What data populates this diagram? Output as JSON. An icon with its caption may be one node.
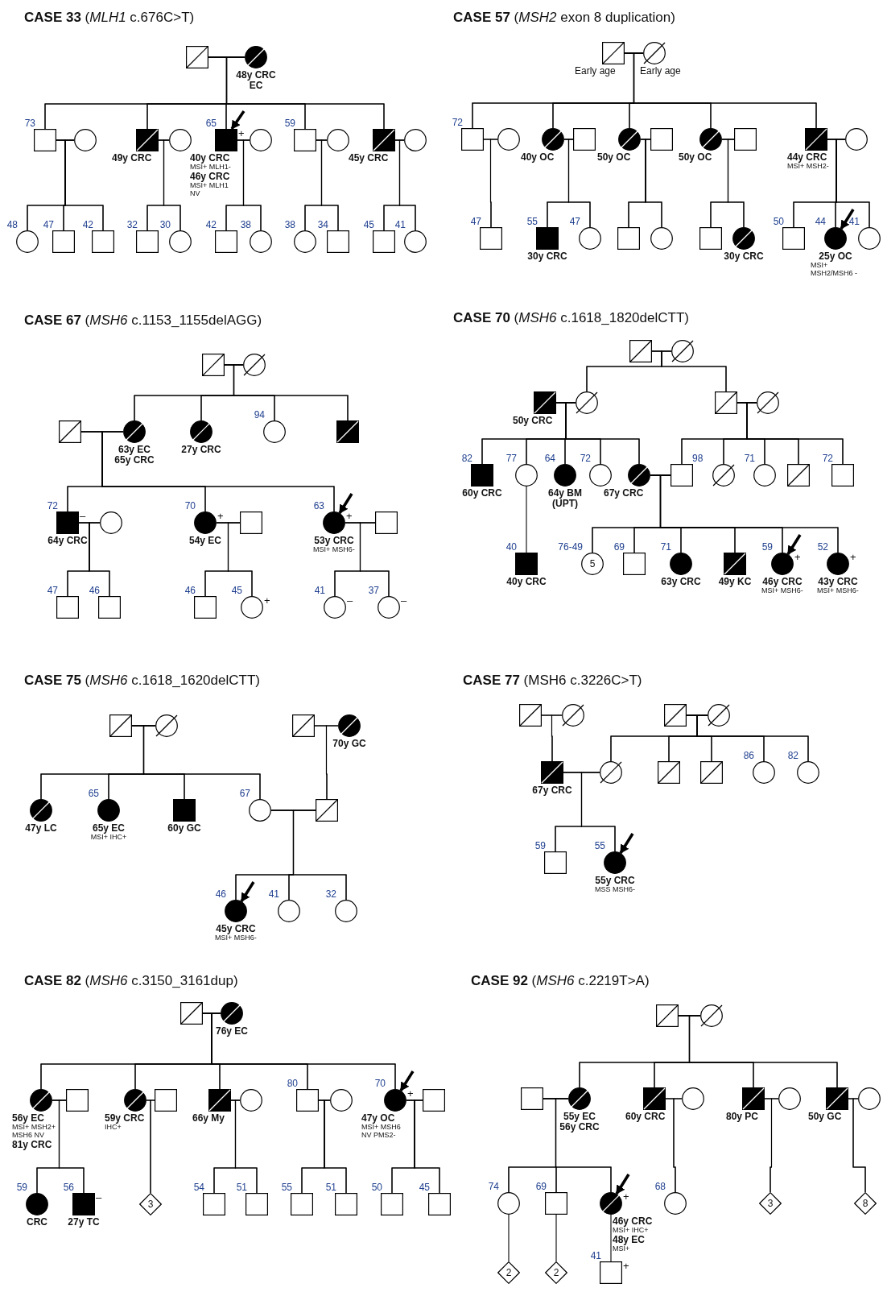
{
  "diagram": {
    "nodes": [
      {
        "text": [
          "**CASE 33** (*MLH1* c.676C>T)"
        ]
      },
      {
        "text": [],
        "shape": "box",
        "in": 0
      },
      {
        "text": [],
        "shape": "circle",
        "in": 0,
        "beside": [
          "48y CRC",
          "EC"
        ]
      },
      {
        "text": [],
        "shape": "box",
        "in": 0,
        "beside": [
          "73"
        ]
      },
      {
        "text": [],
        "shape": "circle",
        "in": 0
      },
      {
        "text": [],
        "shape": "box",
        "in": 0,
        "beside": [
          "49y CRC"
        ]
      },
      {
        "text": [],
        "shape": "circle",
        "in": 0
      },
      {
        "text": [],
        "shape": "box",
        "in": 0,
        "beside": [
          "65",
          "+",
          "40y CRC",
          "MSI+ MLH1-",
          "46y CRC",
          "MSI+ MLH1 NV"
        ]
      },
      {
        "text": [],
        "shape": "circle",
        "in": 0
      },
      {
        "text": [],
        "shape": "box",
        "in": 0,
        "beside": [
          "59"
        ]
      },
      {
        "text": [],
        "shape": "circle",
        "in": 0
      },
      {
        "text": [],
        "shape": "box",
        "in": 0,
        "beside": [
          "45y CRC"
        ]
      },
      {
        "text": [],
        "shape": "circle",
        "in": 0
      },
      {
        "text": [],
        "shape": "circle",
        "in": 0,
        "beside": [
          "48"
        ]
      },
      {
        "text": [],
        "shape": "box",
        "in": 0,
        "beside": [
          "47"
        ]
      },
      {
        "text": [],
        "shape": "box",
        "in": 0,
        "beside": [
          "42"
        ]
      },
      {
        "text": [],
        "shape": "box",
        "in": 0,
        "beside": [
          "32"
        ]
      },
      {
        "text": [],
        "shape": "circle",
        "in": 0,
        "beside": [
          "30"
        ]
      },
      {
        "text": [],
        "shape": "box",
        "in": 0,
        "beside": [
          "42"
        ]
      },
      {
        "text": [],
        "shape": "circle",
        "in": 0,
        "beside": [
          "38"
        ]
      },
      {
        "text": [],
        "shape": "circle",
        "in": 0,
        "beside": [
          "38"
        ]
      },
      {
        "text": [],
        "shape": "box",
        "in": 0,
        "beside": [
          "34"
        ]
      },
      {
        "text": [],
        "shape": "box",
        "in": 0,
        "beside": [
          "45"
        ]
      },
      {
        "text": [],
        "shape": "circle",
        "in": 0,
        "beside": [
          "41"
        ]
      },
      {
        "text": [
          "**CASE 57** (*MSH2* exon 8 duplication)"
        ]
      },
      {
        "text": [],
        "shape": "box",
        "in": 24,
        "beside": [
          "Early age"
        ]
      },
      {
        "text": [],
        "shape": "circle",
        "in": 24,
        "beside": [
          "Early age"
        ]
      },
      {
        "text": [],
        "shape": "box",
        "in": 24,
        "beside": [
          "72"
        ]
      },
      {
        "text": [],
        "shape": "circle",
        "in": 24
      },
      {
        "text": [],
        "shape": "circle",
        "in": 24,
        "beside": [
          "40y OC"
        ]
      },
      {
        "text": [],
        "shape": "box",
        "in": 24
      },
      {
        "text": [],
        "shape": "circle",
        "in": 24,
        "beside": [
          "50y OC"
        ]
      },
      {
        "text": [],
        "shape": "box",
        "in": 24
      },
      {
        "text": [],
        "shape": "circle",
        "in": 24,
        "beside": [
          "50y OC"
        ]
      },
      {
        "text": [],
        "shape": "box",
        "in": 24
      },
      {
        "text": [],
        "shape": "box",
        "in": 24,
        "beside": [
          "44y CRC",
          "MSI+ MSH2-"
        ]
      },
      {
        "text": [],
        "shape": "circle",
        "in": 24
      },
      {
        "text": [],
        "shape": "box",
        "in": 24,
        "beside": [
          "47"
        ]
      },
      {
        "text": [],
        "shape": "box",
        "in": 24,
        "beside": [
          "55",
          "30y CRC"
        ]
      },
      {
        "text": [],
        "shape": "circle",
        "in": 24,
        "beside": [
          "47"
        ]
      },
      {
        "text": [],
        "shape": "box",
        "in": 24
      },
      {
        "text": [],
        "shape": "circle",
        "in": 24
      },
      {
        "text": [],
        "shape": "box",
        "in": 24
      },
      {
        "text": [],
        "shape": "circle",
        "in": 24,
        "beside": [
          "30y CRC"
        ]
      },
      {
        "text": [],
        "shape": "box",
        "in": 24,
        "beside": [
          "50"
        ]
      },
      {
        "text": [],
        "shape": "circle",
        "in": 24,
        "beside": [
          "44",
          "25y OC",
          "MSI+ MSH2/MSH6 -"
        ]
      },
      {
        "text": [],
        "shape": "circle",
        "in": 24,
        "beside": [
          "41"
        ]
      },
      {
        "text": [
          "**CASE 67** (*MSH6* c.1153_1155delAGG)"
        ]
      },
      {
        "text": [],
        "shape": "box",
        "in": 47
      },
      {
        "text": [],
        "shape": "circle",
        "in": 47
      },
      {
        "text": [],
        "shape": "box",
        "in": 47
      },
      {
        "text": [],
        "shape": "circle",
        "in": 47,
        "beside": [
          "63y EC",
          "65y CRC"
        ]
      },
      {
        "text": [],
        "shape": "circle",
        "in": 47,
        "beside": [
          "27y CRC"
        ]
      },
      {
        "text": [],
        "shape": "circle",
        "in": 47,
        "beside": [
          "94"
        ]
      },
      {
        "text": [],
        "shape": "box",
        "in": 47
      },
      {
        "text": [],
        "shape": "box",
        "in": 47,
        "beside": [
          "72",
          "–",
          "64y CRC"
        ]
      },
      {
        "text": [],
        "shape": "circle",
        "in": 47
      },
      {
        "text": [],
        "shape": "circle",
        "in": 47,
        "beside": [
          "70",
          "+",
          "54y EC"
        ]
      },
      {
        "text": [],
        "shape": "box",
        "in": 47
      },
      {
        "text": [],
        "shape": "circle",
        "in": 47,
        "beside": [
          "63",
          "+",
          "53y CRC",
          "MSI+ MSH6-"
        ]
      },
      {
        "text": [],
        "shape": "box",
        "in": 47
      },
      {
        "text": [],
        "shape": "box",
        "in": 47,
        "beside": [
          "47"
        ]
      },
      {
        "text": [],
        "shape": "box",
        "in": 47,
        "beside": [
          "46"
        ]
      },
      {
        "text": [],
        "shape": "box",
        "in": 47,
        "beside": [
          "46"
        ]
      },
      {
        "text": [],
        "shape": "circle",
        "in": 47,
        "beside": [
          "45",
          "+"
        ]
      },
      {
        "text": [],
        "shape": "circle",
        "in": 47,
        "beside": [
          "41",
          "–"
        ]
      },
      {
        "text": [],
        "shape": "circle",
        "in": 47,
        "beside": [
          "37",
          "–"
        ]
      },
      {
        "text": [
          "**CASE 70** (*MSH6* c.1618_1820delCTT)"
        ]
      },
      {
        "text": [],
        "shape": "box",
        "in": 67
      },
      {
        "text": [],
        "shape": "circle",
        "in": 67
      },
      {
        "text": [],
        "shape": "box",
        "in": 67,
        "beside": [
          "50y CRC"
        ]
      },
      {
        "text": [],
        "shape": "circle",
        "in": 67
      },
      {
        "text": [],
        "shape": "box",
        "in": 67
      },
      {
        "text": [],
        "shape": "circle",
        "in": 67
      },
      {
        "text": [],
        "shape": "box",
        "in": 67,
        "beside": [
          "82",
          "60y CRC"
        ]
      },
      {
        "text": [],
        "shape": "circle",
        "in": 67,
        "beside": [
          "77"
        ]
      },
      {
        "text": [],
        "shape": "circle",
        "in": 67,
        "beside": [
          "64",
          "64y BM",
          "(UPT)"
        ]
      },
      {
        "text": [],
        "shape": "circle",
        "in": 67,
        "beside": [
          "72"
        ]
      },
      {
        "text": [],
        "shape": "circle",
        "in": 67,
        "beside": [
          "67y CRC"
        ]
      },
      {
        "text": [],
        "shape": "box",
        "in": 67,
        "beside": [
          "98"
        ]
      },
      {
        "text": [],
        "shape": "circle",
        "in": 67
      },
      {
        "text": [],
        "shape": "circle",
        "in": 67,
        "beside": [
          "71"
        ]
      },
      {
        "text": [],
        "shape": "box",
        "in": 67
      },
      {
        "text": [],
        "shape": "box",
        "in": 67,
        "beside": [
          "72"
        ]
      },
      {
        "text": [],
        "shape": "box",
        "in": 67,
        "beside": [
          "40",
          "40y CRC"
        ]
      },
      {
        "text": [
          "5"
        ],
        "in": 67,
        "beside": [
          "76-49"
        ]
      },
      {
        "text": [],
        "shape": "box",
        "in": 67,
        "beside": [
          "69"
        ]
      },
      {
        "text": [],
        "shape": "circle",
        "in": 67,
        "beside": [
          "71",
          "63y CRC"
        ]
      },
      {
        "text": [],
        "shape": "box",
        "in": 67,
        "beside": [
          "49y KC"
        ]
      },
      {
        "text": [],
        "shape": "circle",
        "in": 67,
        "beside": [
          "59",
          "+",
          "46y CRC",
          "MSI+ MSH6-"
        ]
      },
      {
        "text": [],
        "shape": "circle",
        "in": 67,
        "beside": [
          "52",
          "+",
          "43y CRC",
          "MSI+ MSH6-"
        ]
      },
      {
        "text": [
          "**CASE 75** (*MSH6* c.1618_1620delCTT)"
        ]
      },
      {
        "text": [],
        "shape": "box",
        "in": 91
      },
      {
        "text": [],
        "shape": "circle",
        "in": 91
      },
      {
        "text": [],
        "shape": "box",
        "in": 91
      },
      {
        "text": [],
        "shape": "circle",
        "in": 91,
        "beside": [
          "70y GC"
        ]
      },
      {
        "text": [],
        "shape": "circle",
        "in": 91,
        "beside": [
          "47y LC"
        ]
      },
      {
        "text": [],
        "shape": "circle",
        "in": 91,
        "beside": [
          "65",
          "65y EC",
          "MSI+ IHC+"
        ]
      },
      {
        "text": [],
        "shape": "box",
        "in": 91,
        "beside": [
          "60y GC"
        ]
      },
      {
        "text": [],
        "shape": "circle",
        "in": 91,
        "beside": [
          "67"
        ]
      },
      {
        "text": [],
        "shape": "box",
        "in": 91
      },
      {
        "text": [],
        "shape": "circle",
        "in": 91,
        "beside": [
          "46",
          "45y CRC",
          "MSI+ MSH6-"
        ]
      },
      {
        "text": [],
        "shape": "circle",
        "in": 91,
        "beside": [
          "41"
        ]
      },
      {
        "text": [],
        "shape": "circle",
        "in": 91,
        "beside": [
          "32"
        ]
      },
      {
        "text": [
          "**CASE 77** (MSH6 c.3226C>T)"
        ]
      },
      {
        "text": [],
        "shape": "box",
        "in": 104
      },
      {
        "text": [],
        "shape": "circle",
        "in": 104
      },
      {
        "text": [],
        "shape": "box",
        "in": 104
      },
      {
        "text": [],
        "shape": "circle",
        "in": 104
      },
      {
        "text": [],
        "shape": "box",
        "in": 104,
        "beside": [
          "67y CRC"
        ]
      },
      {
        "text": [],
        "shape": "circle",
        "in": 104
      },
      {
        "text": [],
        "shape": "box",
        "in": 104
      },
      {
        "text": [],
        "shape": "box",
        "in": 104
      },
      {
        "text": [],
        "shape": "circle",
        "in": 104,
        "beside": [
          "86"
        ]
      },
      {
        "text": [],
        "shape": "circle",
        "in": 104,
        "beside": [
          "82"
        ]
      },
      {
        "text": [],
        "shape": "box",
        "in": 104,
        "beside": [
          "59"
        ]
      },
      {
        "text": [],
        "shape": "circle",
        "in": 104,
        "beside": [
          "55",
          "55y CRC",
          "MSS MSH6-"
        ]
      },
      {
        "text": [
          "**CASE 82** (*MSH6* c.3150_3161dup)"
        ]
      },
      {
        "text": [],
        "shape": "box",
        "in": 117
      },
      {
        "text": [],
        "shape": "circle",
        "in": 117,
        "beside": [
          "76y EC"
        ]
      },
      {
        "text": [],
        "shape": "circle",
        "in": 117,
        "beside": [
          "56y EC",
          "MSI+ MSH2+ MSH6 NV",
          "81y CRC"
        ]
      },
      {
        "text": [],
        "shape": "box",
        "in": 117
      },
      {
        "text": [],
        "shape": "circle",
        "in": 117,
        "beside": [
          "59y CRC",
          "IHC+"
        ]
      },
      {
        "text": [],
        "shape": "box",
        "in": 117
      },
      {
        "text": [],
        "shape": "box",
        "in": 117,
        "beside": [
          "66y My"
        ]
      },
      {
        "text": [],
        "shape": "circle",
        "in": 117
      },
      {
        "text": [],
        "shape": "box",
        "in": 117,
        "beside": [
          "80"
        ]
      },
      {
        "text": [],
        "shape": "circle",
        "in": 117
      },
      {
        "text": [],
        "shape": "circle",
        "in": 117,
        "beside": [
          "70",
          "+",
          "47y OC",
          "MSI+ MSH6 NV PMS2-"
        ]
      },
      {
        "text": [],
        "shape": "box",
        "in": 117
      },
      {
        "text": [],
        "shape": "circle",
        "in": 117,
        "beside": [
          "59",
          "CRC"
        ]
      },
      {
        "text": [],
        "shape": "box",
        "in": 117,
        "beside": [
          "56",
          "–",
          "27y TC"
        ]
      },
      {
        "text": [
          "3"
        ],
        "in": 117
      },
      {
        "text": [],
        "shape": "box",
        "in": 117,
        "beside": [
          "54"
        ]
      },
      {
        "text": [],
        "shape": "box",
        "in": 117,
        "beside": [
          "51"
        ]
      },
      {
        "text": [],
        "shape": "box",
        "in": 117,
        "beside": [
          "55"
        ]
      },
      {
        "text": [],
        "shape": "box",
        "in": 117,
        "beside": [
          "51"
        ]
      },
      {
        "text": [],
        "shape": "box",
        "in": 117,
        "beside": [
          "50"
        ]
      },
      {
        "text": [],
        "shape": "box",
        "in": 117,
        "beside": [
          "45"
        ]
      },
      {
        "text": [
          "**CASE 92** (*MSH6* c.2219T>A)"
        ]
      },
      {
        "text": [],
        "shape": "box",
        "in": 139
      },
      {
        "text": [],
        "shape": "circle",
        "in": 139
      },
      {
        "text": [],
        "shape": "box",
        "in": 139
      },
      {
        "text": [],
        "shape": "circle",
        "in": 139,
        "beside": [
          "55y EC",
          "56y CRC"
        ]
      },
      {
        "text": [],
        "shape": "box",
        "in": 139,
        "beside": [
          "60y CRC"
        ]
      },
      {
        "text": [],
        "shape": "circle",
        "in": 139
      },
      {
        "text": [],
        "shape": "box",
        "in": 139,
        "beside": [
          "80y PC"
        ]
      },
      {
        "text": [],
        "shape": "circle",
        "in": 139
      },
      {
        "text": [],
        "shape": "box",
        "in": 139,
        "beside": [
          "50y GC"
        ]
      },
      {
        "text": [],
        "shape": "circle",
        "in": 139
      },
      {
        "text": [],
        "shape": "circle",
        "in": 139,
        "beside": [
          "74"
        ]
      },
      {
        "text": [],
        "shape": "box",
        "in": 139,
        "beside": [
          "69"
        ]
      },
      {
        "text": [],
        "shape": "circle",
        "in": 139,
        "beside": [
          "+",
          "46y CRC",
          "MSI+ IHC+",
          "48y EC",
          "MSI+"
        ]
      },
      {
        "text": [],
        "shape": "circle",
        "in": 139,
        "beside": [
          "68"
        ]
      },
      {
        "text": [
          "3"
        ],
        "in": 139
      },
      {
        "text": [
          "8"
        ],
        "in": 139
      },
      {
        "text": [
          "2"
        ],
        "in": 139
      },
      {
        "text": [
          "2"
        ],
        "in": 139
      },
      {
        "text": [],
        "shape": "box",
        "in": 139,
        "beside": [
          "41",
          "+"
        ]
      }
    ],
    "edges": [
      {
        "from": 1,
        "to": 2,
        "arrow": "none"
      },
      {
        "from": 1,
        "to": 3,
        "arrow": "none"
      },
      {
        "from": 2,
        "to": 3,
        "arrow": "none"
      },
      {
        "from": 1,
        "to": 5,
        "arrow": "none"
      },
      {
        "from": 2,
        "to": 5,
        "arrow": "none"
      },
      {
        "from": 1,
        "to": 7,
        "arrow": "none"
      },
      {
        "from": 2,
        "to": 7,
        "arrow": "none"
      },
      {
        "from": 1,
        "to": 9,
        "arrow": "none"
      },
      {
        "from": 2,
        "to": 9,
        "arrow": "none"
      },
      {
        "from": 1,
        "to": 11,
        "arrow": "none"
      },
      {
        "from": 2,
        "to": 11,
        "arrow": "none"
      },
      {
        "from": 3,
        "to": 4,
        "arrow": "none"
      },
      {
        "from": 3,
        "to": 13,
        "arrow": "none"
      },
      {
        "from": 4,
        "to": 13,
        "arrow": "none"
      },
      {
        "from": 3,
        "to": 14,
        "arrow": "none"
      },
      {
        "from": 4,
        "to": 14,
        "arrow": "none"
      },
      {
        "from": 3,
        "to": 15,
        "arrow": "none"
      },
      {
        "from": 4,
        "to": 15,
        "arrow": "none"
      },
      {
        "from": 5,
        "to": 6,
        "arrow": "none"
      },
      {
        "from": 5,
        "to": 16,
        "arrow": "none"
      },
      {
        "from": 6,
        "to": 16,
        "arrow": "none"
      },
      {
        "from": 5,
        "to": 17,
        "arrow": "none"
      },
      {
        "from": 6,
        "to": 17,
        "arrow": "none"
      },
      {
        "from": 7,
        "to": 8,
        "arrow": "none"
      },
      {
        "from": 7,
        "to": 18,
        "arrow": "none"
      },
      {
        "from": 8,
        "to": 18,
        "arrow": "none"
      },
      {
        "from": 7,
        "to": 19,
        "arrow": "none"
      },
      {
        "from": 8,
        "to": 19,
        "arrow": "none"
      },
      {
        "from": 9,
        "to": 10,
        "arrow": "none"
      },
      {
        "from": 9,
        "to": 20,
        "arrow": "none"
      },
      {
        "from": 10,
        "to": 20,
        "arrow": "none"
      },
      {
        "from": 9,
        "to": 21,
        "arrow": "none"
      },
      {
        "from": 10,
        "to": 21,
        "arrow": "none"
      },
      {
        "from": 11,
        "to": 12,
        "arrow": "none"
      },
      {
        "from": 11,
        "to": 22,
        "arrow": "none"
      },
      {
        "from": 12,
        "to": 22,
        "arrow": "none"
      },
      {
        "from": 11,
        "to": 23,
        "arrow": "none"
      },
      {
        "from": 12,
        "to": 23,
        "arrow": "none"
      },
      {
        "from": null,
        "to": 7,
        "arrow": "to"
      },
      {
        "from": 25,
        "to": 26,
        "arrow": "none"
      },
      {
        "from": 25,
        "to": 27,
        "arrow": "none"
      },
      {
        "from": 26,
        "to": 27,
        "arrow": "none"
      },
      {
        "from": 25,
        "to": 29,
        "arrow": "none"
      },
      {
        "from": 26,
        "to": 29,
        "arrow": "none"
      },
      {
        "from": 25,
        "to": 31,
        "arrow": "none"
      },
      {
        "from": 26,
        "to": 31,
        "arrow": "none"
      },
      {
        "from": 25,
        "to": 33,
        "arrow": "none"
      },
      {
        "from": 26,
        "to": 33,
        "arrow": "none"
      },
      {
        "from": 25,
        "to": 35,
        "arrow": "none"
      },
      {
        "from": 26,
        "to": 35,
        "arrow": "none"
      },
      {
        "from": 27,
        "to": 28,
        "arrow": "none"
      },
      {
        "from": 27,
        "to": 37,
        "arrow": "none"
      },
      {
        "from": 28,
        "to": 37,
        "arrow": "none"
      },
      {
        "from": 29,
        "to": 30,
        "arrow": "none"
      },
      {
        "from": 29,
        "to": 38,
        "arrow": "none"
      },
      {
        "from": 30,
        "to": 38,
        "arrow": "none"
      },
      {
        "from": 29,
        "to": 39,
        "arrow": "none"
      },
      {
        "from": 30,
        "to": 39,
        "arrow": "none"
      },
      {
        "from": 31,
        "to": 32,
        "arrow": "none"
      },
      {
        "from": 31,
        "to": 40,
        "arrow": "none"
      },
      {
        "from": 32,
        "to": 40,
        "arrow": "none"
      },
      {
        "from": 31,
        "to": 41,
        "arrow": "none"
      },
      {
        "from": 32,
        "to": 41,
        "arrow": "none"
      },
      {
        "from": 33,
        "to": 34,
        "arrow": "none"
      },
      {
        "from": 33,
        "to": 42,
        "arrow": "none"
      },
      {
        "from": 34,
        "to": 42,
        "arrow": "none"
      },
      {
        "from": 33,
        "to": 43,
        "arrow": "none"
      },
      {
        "from": 34,
        "to": 43,
        "arrow": "none"
      },
      {
        "from": 35,
        "to": 36,
        "arrow": "none"
      },
      {
        "from": 35,
        "to": 44,
        "arrow": "none"
      },
      {
        "from": 36,
        "to": 44,
        "arrow": "none"
      },
      {
        "from": 35,
        "to": 45,
        "arrow": "none"
      },
      {
        "from": 36,
        "to": 45,
        "arrow": "none"
      },
      {
        "from": 35,
        "to": 46,
        "arrow": "none"
      },
      {
        "from": 36,
        "to": 46,
        "arrow": "none"
      },
      {
        "from": null,
        "to": 45,
        "arrow": "to"
      },
      {
        "from": 48,
        "to": 49,
        "arrow": "none"
      },
      {
        "from": 48,
        "to": 51,
        "arrow": "none"
      },
      {
        "from": 49,
        "to": 51,
        "arrow": "none"
      },
      {
        "from": 48,
        "to": 52,
        "arrow": "none"
      },
      {
        "from": 49,
        "to": 52,
        "arrow": "none"
      },
      {
        "from": 48,
        "to": 53,
        "arrow": "none"
      },
      {
        "from": 49,
        "to": 53,
        "arrow": "none"
      },
      {
        "from": 48,
        "to": 54,
        "arrow": "none"
      },
      {
        "from": 49,
        "to": 54,
        "arrow": "none"
      },
      {
        "from": 50,
        "to": 51,
        "arrow": "none"
      },
      {
        "from": 50,
        "to": 55,
        "arrow": "none"
      },
      {
        "from": 51,
        "to": 55,
        "arrow": "none"
      },
      {
        "from": 50,
        "to": 57,
        "arrow": "none"
      },
      {
        "from": 51,
        "to": 57,
        "arrow": "none"
      },
      {
        "from": 50,
        "to": 59,
        "arrow": "none"
      },
      {
        "from": 51,
        "to": 59,
        "arrow": "none"
      },
      {
        "from": 55,
        "to": 56,
        "arrow": "none"
      },
      {
        "from": 55,
        "to": 61,
        "arrow": "none"
      },
      {
        "from": 56,
        "to": 61,
        "arrow": "none"
      },
      {
        "from": 55,
        "to": 62,
        "arrow": "none"
      },
      {
        "from": 56,
        "to": 62,
        "arrow": "none"
      },
      {
        "from": 57,
        "to": 58,
        "arrow": "none"
      },
      {
        "from": 57,
        "to": 63,
        "arrow": "none"
      },
      {
        "from": 58,
        "to": 63,
        "arrow": "none"
      },
      {
        "from": 57,
        "to": 64,
        "arrow": "none"
      },
      {
        "from": 58,
        "to": 64,
        "arrow": "none"
      },
      {
        "from": 59,
        "to": 60,
        "arrow": "none"
      },
      {
        "from": 59,
        "to": 65,
        "arrow": "none"
      },
      {
        "from": 60,
        "to": 65,
        "arrow": "none"
      },
      {
        "from": 59,
        "to": 66,
        "arrow": "none"
      },
      {
        "from": 60,
        "to": 66,
        "arrow": "none"
      },
      {
        "from": null,
        "to": 59,
        "arrow": "to"
      },
      {
        "from": 68,
        "to": 69,
        "arrow": "none"
      },
      {
        "from": 68,
        "to": 71,
        "arrow": "none"
      },
      {
        "from": 69,
        "to": 71,
        "arrow": "none"
      },
      {
        "from": 68,
        "to": 72,
        "arrow": "none"
      },
      {
        "from": 69,
        "to": 72,
        "arrow": "none"
      },
      {
        "from": 70,
        "to": 71,
        "arrow": "none"
      },
      {
        "from": 70,
        "to": 74,
        "arrow": "none"
      },
      {
        "from": 71,
        "to": 74,
        "arrow": "none"
      },
      {
        "from": 70,
        "to": 75,
        "arrow": "none"
      },
      {
        "from": 71,
        "to": 75,
        "arrow": "none"
      },
      {
        "from": 70,
        "to": 76,
        "arrow": "none"
      },
      {
        "from": 71,
        "to": 76,
        "arrow": "none"
      },
      {
        "from": 70,
        "to": 77,
        "arrow": "none"
      },
      {
        "from": 71,
        "to": 77,
        "arrow": "none"
      },
      {
        "from": 70,
        "to": 78,
        "arrow": "none"
      },
      {
        "from": 71,
        "to": 78,
        "arrow": "none"
      },
      {
        "from": 72,
        "to": 73,
        "arrow": "none"
      },
      {
        "from": 72,
        "to": 79,
        "arrow": "none"
      },
      {
        "from": 73,
        "to": 79,
        "arrow": "none"
      },
      {
        "from": 72,
        "to": 80,
        "arrow": "none"
      },
      {
        "from": 73,
        "to": 80,
        "arrow": "none"
      },
      {
        "from": 72,
        "to": 81,
        "arrow": "none"
      },
      {
        "from": 73,
        "to": 81,
        "arrow": "none"
      },
      {
        "from": 72,
        "to": 82,
        "arrow": "none"
      },
      {
        "from": 73,
        "to": 82,
        "arrow": "none"
      },
      {
        "from": 72,
        "to": 83,
        "arrow": "none"
      },
      {
        "from": 73,
        "to": 83,
        "arrow": "none"
      },
      {
        "from": 75,
        "to": 84,
        "arrow": "none"
      },
      {
        "from": 78,
        "to": 79,
        "arrow": "none"
      },
      {
        "from": 78,
        "to": 85,
        "arrow": "none"
      },
      {
        "from": 79,
        "to": 85,
        "arrow": "none"
      },
      {
        "from": 78,
        "to": 86,
        "arrow": "none"
      },
      {
        "from": 79,
        "to": 86,
        "arrow": "none"
      },
      {
        "from": 78,
        "to": 87,
        "arrow": "none"
      },
      {
        "from": 79,
        "to": 87,
        "arrow": "none"
      },
      {
        "from": 78,
        "to": 88,
        "arrow": "none"
      },
      {
        "from": 79,
        "to": 88,
        "arrow": "none"
      },
      {
        "from": 78,
        "to": 89,
        "arrow": "none"
      },
      {
        "from": 79,
        "to": 89,
        "arrow": "none"
      },
      {
        "from": 78,
        "to": 90,
        "arrow": "none"
      },
      {
        "from": 79,
        "to": 90,
        "arrow": "none"
      },
      {
        "from": null,
        "to": 89,
        "arrow": "to"
      },
      {
        "from": 92,
        "to": 93,
        "arrow": "none"
      },
      {
        "from": 92,
        "to": 96,
        "arrow": "none"
      },
      {
        "from": 93,
        "to": 96,
        "arrow": "none"
      },
      {
        "from": 92,
        "to": 97,
        "arrow": "none"
      },
      {
        "from": 93,
        "to": 97,
        "arrow": "none"
      },
      {
        "from": 92,
        "to": 98,
        "arrow": "none"
      },
      {
        "from": 93,
        "to": 98,
        "arrow": "none"
      },
      {
        "from": 92,
        "to": 99,
        "arrow": "none"
      },
      {
        "from": 93,
        "to": 99,
        "arrow": "none"
      },
      {
        "from": 94,
        "to": 95,
        "arrow": "none"
      },
      {
        "from": 94,
        "to": 100,
        "arrow": "none"
      },
      {
        "from": 95,
        "to": 100,
        "arrow": "none"
      },
      {
        "from": 99,
        "to": 100,
        "arrow": "none"
      },
      {
        "from": 99,
        "to": 101,
        "arrow": "none"
      },
      {
        "from": 100,
        "to": 101,
        "arrow": "none"
      },
      {
        "from": 99,
        "to": 102,
        "arrow": "none"
      },
      {
        "from": 100,
        "to": 102,
        "arrow": "none"
      },
      {
        "from": 99,
        "to": 103,
        "arrow": "none"
      },
      {
        "from": 100,
        "to": 103,
        "arrow": "none"
      },
      {
        "from": null,
        "to": 101,
        "arrow": "to"
      },
      {
        "from": 105,
        "to": 106,
        "arrow": "none"
      },
      {
        "from": 105,
        "to": 109,
        "arrow": "none"
      },
      {
        "from": 106,
        "to": 109,
        "arrow": "none"
      },
      {
        "from": 107,
        "to": 108,
        "arrow": "none"
      },
      {
        "from": 107,
        "to": 110,
        "arrow": "none"
      },
      {
        "from": 108,
        "to": 110,
        "arrow": "none"
      },
      {
        "from": 107,
        "to": 111,
        "arrow": "none"
      },
      {
        "from": 108,
        "to": 111,
        "arrow": "none"
      },
      {
        "from": 107,
        "to": 112,
        "arrow": "none"
      },
      {
        "from": 108,
        "to": 112,
        "arrow": "none"
      },
      {
        "from": 107,
        "to": 113,
        "arrow": "none"
      },
      {
        "from": 108,
        "to": 113,
        "arrow": "none"
      },
      {
        "from": 107,
        "to": 114,
        "arrow": "none"
      },
      {
        "from": 108,
        "to": 114,
        "arrow": "none"
      },
      {
        "from": 109,
        "to": 110,
        "arrow": "none"
      },
      {
        "from": 109,
        "to": 115,
        "arrow": "none"
      },
      {
        "from": 110,
        "to": 115,
        "arrow": "none"
      },
      {
        "from": 109,
        "to": 116,
        "arrow": "none"
      },
      {
        "from": 110,
        "to": 116,
        "arrow": "none"
      },
      {
        "from": null,
        "to": 116,
        "arrow": "to"
      },
      {
        "from": 118,
        "to": 119,
        "arrow": "none"
      },
      {
        "from": 118,
        "to": 120,
        "arrow": "none"
      },
      {
        "from": 119,
        "to": 120,
        "arrow": "none"
      },
      {
        "from": 118,
        "to": 122,
        "arrow": "none"
      },
      {
        "from": 119,
        "to": 122,
        "arrow": "none"
      },
      {
        "from": 118,
        "to": 124,
        "arrow": "none"
      },
      {
        "from": 119,
        "to": 124,
        "arrow": "none"
      },
      {
        "from": 118,
        "to": 126,
        "arrow": "none"
      },
      {
        "from": 119,
        "to": 126,
        "arrow": "none"
      },
      {
        "from": 118,
        "to": 128,
        "arrow": "none"
      },
      {
        "from": 119,
        "to": 128,
        "arrow": "none"
      },
      {
        "from": 120,
        "to": 121,
        "arrow": "none"
      },
      {
        "from": 120,
        "to": 130,
        "arrow": "none"
      },
      {
        "from": 121,
        "to": 130,
        "arrow": "none"
      },
      {
        "from": 120,
        "to": 131,
        "arrow": "none"
      },
      {
        "from": 121,
        "to": 131,
        "arrow": "none"
      },
      {
        "from": 122,
        "to": 123,
        "arrow": "none"
      },
      {
        "from": 122,
        "to": 132,
        "arrow": "none"
      },
      {
        "from": 123,
        "to": 132,
        "arrow": "none"
      },
      {
        "from": 124,
        "to": 125,
        "arrow": "none"
      },
      {
        "from": 124,
        "to": 133,
        "arrow": "none"
      },
      {
        "from": 125,
        "to": 133,
        "arrow": "none"
      },
      {
        "from": 124,
        "to": 134,
        "arrow": "none"
      },
      {
        "from": 125,
        "to": 134,
        "arrow": "none"
      },
      {
        "from": 126,
        "to": 127,
        "arrow": "none"
      },
      {
        "from": 126,
        "to": 135,
        "arrow": "none"
      },
      {
        "from": 127,
        "to": 135,
        "arrow": "none"
      },
      {
        "from": 126,
        "to": 136,
        "arrow": "none"
      },
      {
        "from": 127,
        "to": 136,
        "arrow": "none"
      },
      {
        "from": 128,
        "to": 129,
        "arrow": "none"
      },
      {
        "from": 128,
        "to": 137,
        "arrow": "none"
      },
      {
        "from": 129,
        "to": 137,
        "arrow": "none"
      },
      {
        "from": 128,
        "to": 138,
        "arrow": "none"
      },
      {
        "from": 129,
        "to": 138,
        "arrow": "none"
      },
      {
        "from": null,
        "to": 128,
        "arrow": "to"
      },
      {
        "from": 140,
        "to": 141,
        "arrow": "none"
      },
      {
        "from": 140,
        "to": 143,
        "arrow": "none"
      },
      {
        "from": 141,
        "to": 143,
        "arrow": "none"
      },
      {
        "from": 140,
        "to": 144,
        "arrow": "none"
      },
      {
        "from": 141,
        "to": 144,
        "arrow": "none"
      },
      {
        "from": 140,
        "to": 146,
        "arrow": "none"
      },
      {
        "from": 141,
        "to": 146,
        "arrow": "none"
      },
      {
        "from": 140,
        "to": 148,
        "arrow": "none"
      },
      {
        "from": 141,
        "to": 148,
        "arrow": "none"
      },
      {
        "from": 142,
        "to": 143,
        "arrow": "none"
      },
      {
        "from": 142,
        "to": 150,
        "arrow": "none"
      },
      {
        "from": 143,
        "to": 150,
        "arrow": "none"
      },
      {
        "from": 142,
        "to": 151,
        "arrow": "none"
      },
      {
        "from": 143,
        "to": 151,
        "arrow": "none"
      },
      {
        "from": 142,
        "to": 152,
        "arrow": "none"
      },
      {
        "from": 143,
        "to": 152,
        "arrow": "none"
      },
      {
        "from": 144,
        "to": 145,
        "arrow": "none"
      },
      {
        "from": 144,
        "to": 153,
        "arrow": "none"
      },
      {
        "from": 145,
        "to": 153,
        "arrow": "none"
      },
      {
        "from": 146,
        "to": 147,
        "arrow": "none"
      },
      {
        "from": 146,
        "to": 154,
        "arrow": "none"
      },
      {
        "from": 147,
        "to": 154,
        "arrow": "none"
      },
      {
        "from": 148,
        "to": 149,
        "arrow": "none"
      },
      {
        "from": 148,
        "to": 155,
        "arrow": "none"
      },
      {
        "from": 149,
        "to": 155,
        "arrow": "none"
      },
      {
        "from": 150,
        "to": 156,
        "arrow": "none"
      },
      {
        "from": 151,
        "to": 157,
        "arrow": "none"
      },
      {
        "from": 152,
        "to": 158,
        "arrow": "none"
      },
      {
        "from": null,
        "to": 152,
        "arrow": "to"
      }
    ]
  }
}
